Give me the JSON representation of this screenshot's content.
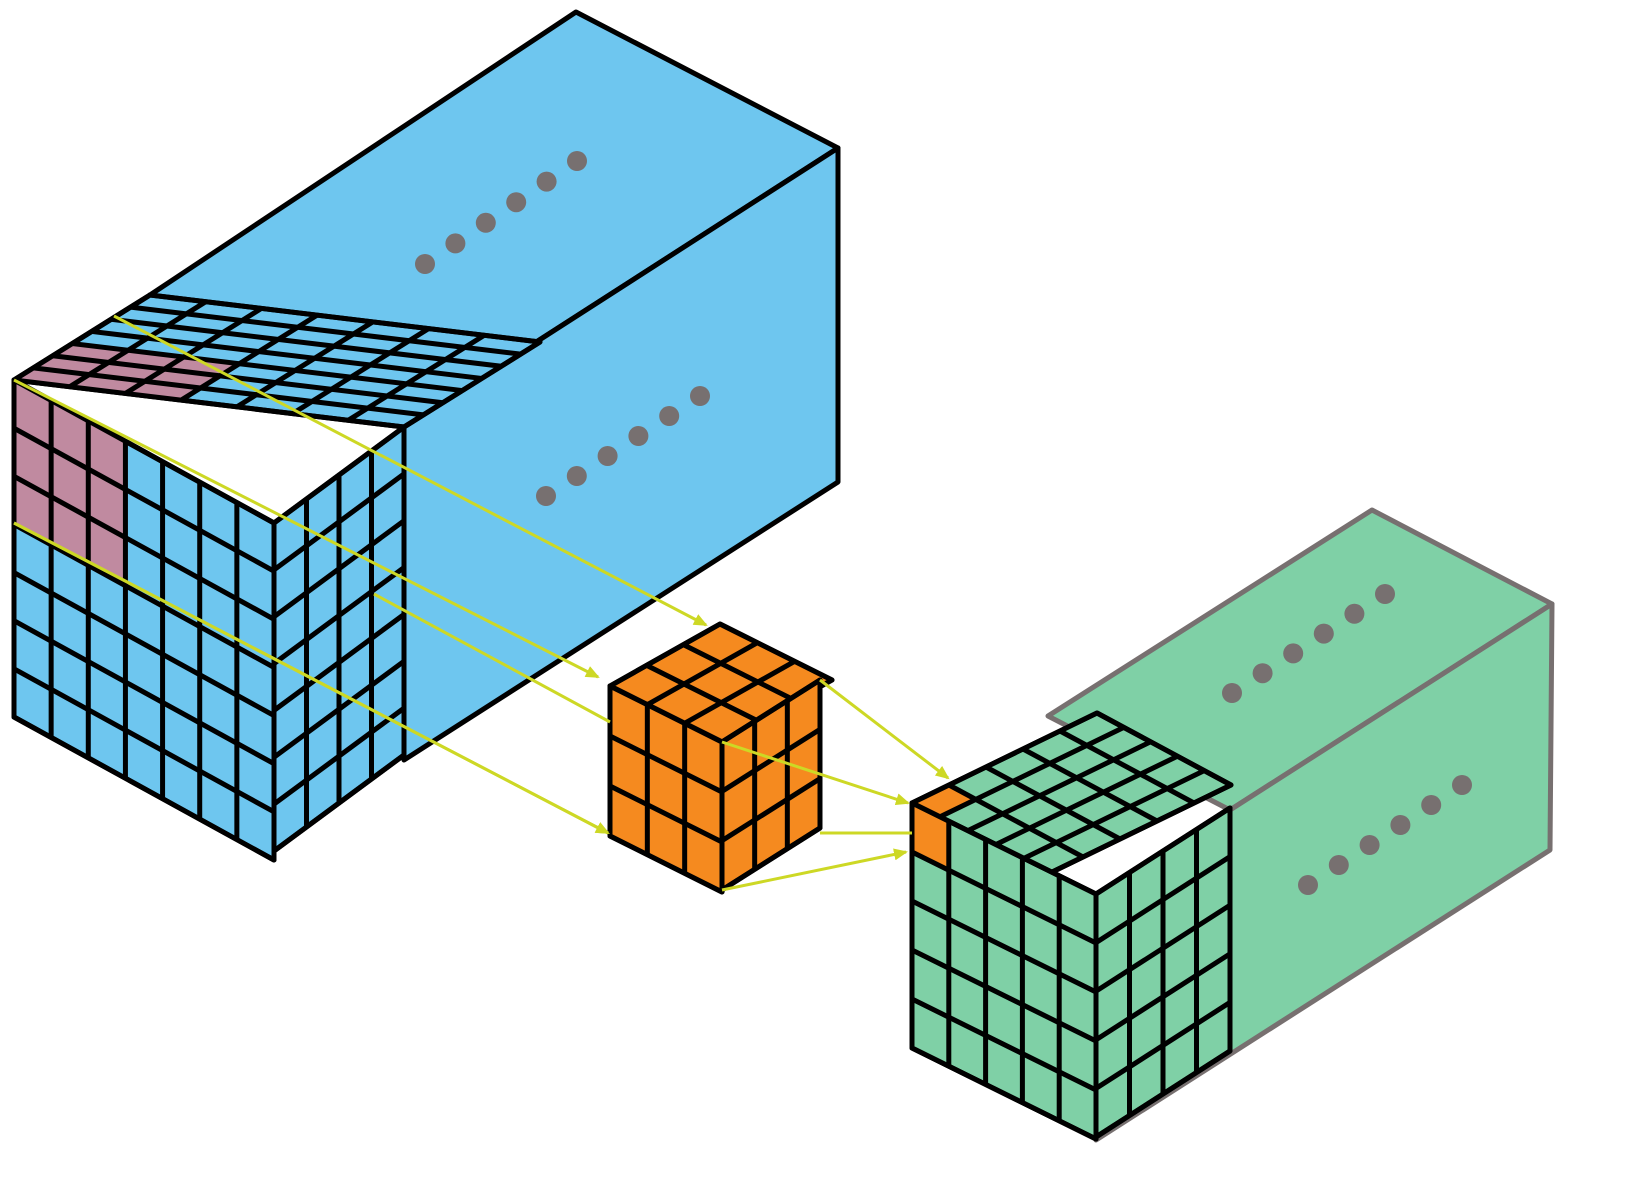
{
  "diagram": {
    "description_visible_text": "",
    "colors": {
      "input_volume": "#6ec6ef",
      "input_volume_dark_face": "#6ec6ef",
      "receptive_field": "#c08aa0",
      "kernel": "#f58a1f",
      "output_volume": "#7fd0a6",
      "output_highlight": "#f58a1f",
      "arrow": "#cdd825",
      "grid_line": "#000000",
      "dots": "#777070",
      "output_outline": "#777070"
    },
    "input_volume": {
      "grid_rows": 7,
      "grid_cols": 7,
      "grid_depth": 7,
      "receptive_field_size": 3,
      "continuation_dots": 2
    },
    "kernel": {
      "size": 3
    },
    "output_volume": {
      "grid_rows": 5,
      "grid_cols": 5,
      "grid_depth": 5,
      "continuation_dots": 2
    }
  }
}
